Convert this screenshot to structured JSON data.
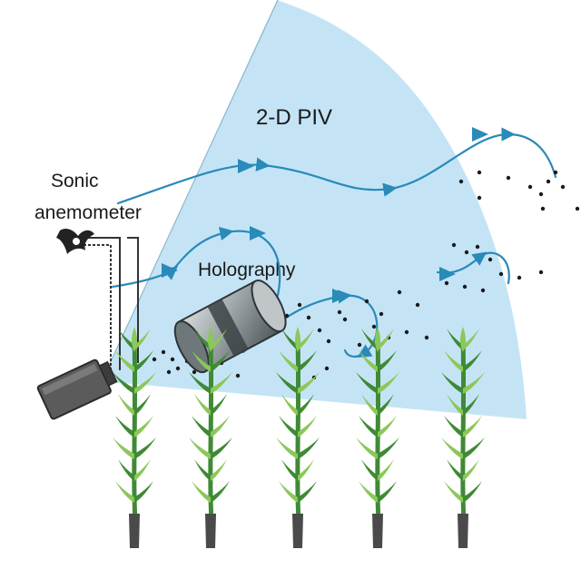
{
  "labels": {
    "piv": "2-D PIV",
    "sonic_line1": "Sonic",
    "sonic_line2": "anemometer",
    "holography": "Holography"
  },
  "colors": {
    "piv_region": "#c4e4f6",
    "streamline": "#2a8ab8",
    "particle": "#1b1b1b",
    "leaf_light": "#8cc75a",
    "leaf_dark": "#3f8a35",
    "stem": "#4a4a4a",
    "camera": "#5b5b5b",
    "holo_drum": "#9aa3a6"
  },
  "icons": {
    "sonic": "sonic-anemometer-icon",
    "camera": "camera-icon",
    "holography": "holography-drum-icon",
    "plant": "plant-icon"
  }
}
